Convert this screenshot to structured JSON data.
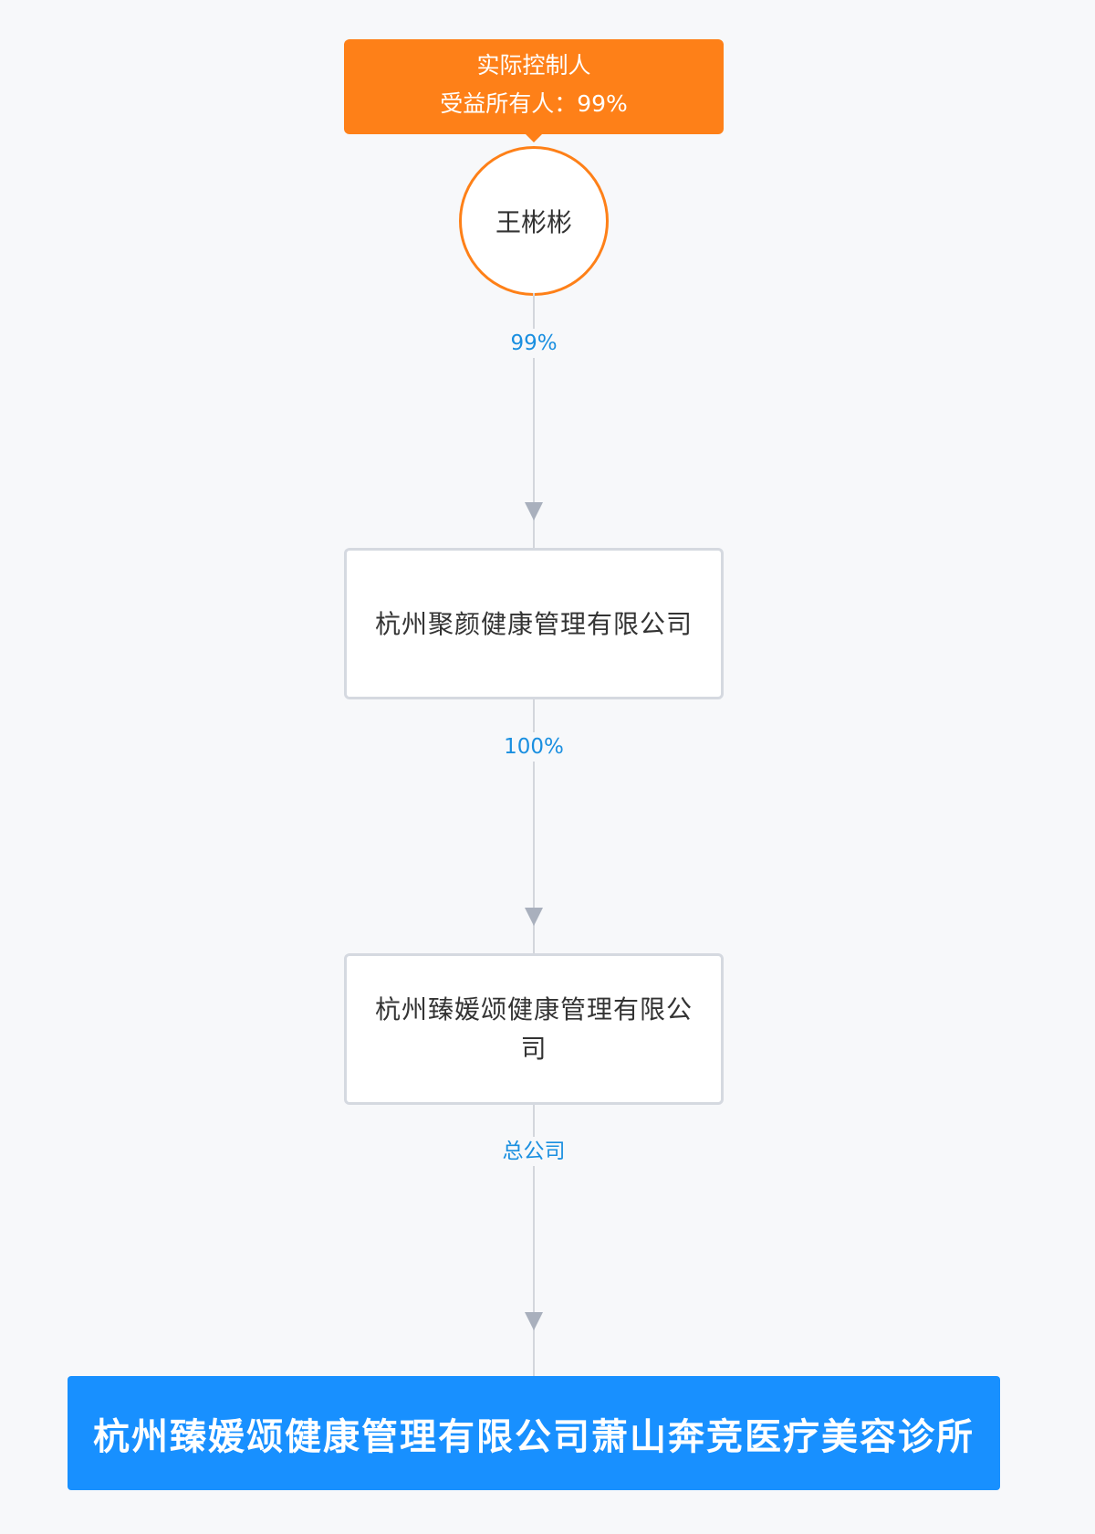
{
  "diagram": {
    "controller_callout": {
      "line1": "实际控制人",
      "line2": "受益所有人：99%",
      "color": "#fe8018"
    },
    "person": {
      "name": "王彬彬",
      "border_color": "#fe8018"
    },
    "edges": [
      {
        "label": "99%",
        "color": "#1a8fe0"
      },
      {
        "label": "100%",
        "color": "#1a8fe0"
      },
      {
        "label": "总公司",
        "color": "#1a8fe0"
      }
    ],
    "companies": [
      {
        "name": "杭州聚颜健康管理有限公司"
      },
      {
        "name": "杭州臻媛颂健康管理有限公司"
      }
    ],
    "branch": {
      "name": "杭州臻媛颂健康管理有限公司萧山奔竞医疗美容诊所",
      "color": "#1890ff"
    },
    "connector_color": "#d3d6dc",
    "arrow_color": "#a9b0bd"
  }
}
